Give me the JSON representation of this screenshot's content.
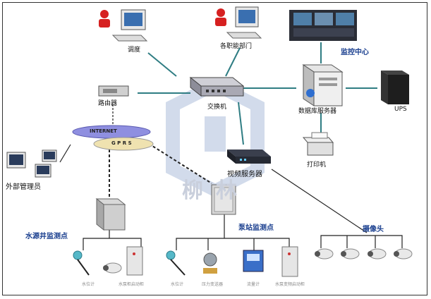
{
  "labels": {
    "dispatch": "调度",
    "departments": "各职能部门",
    "monitor_center": "监控中心",
    "router": "路由器",
    "switch": "交换机",
    "db_server": "数据库服务器",
    "ups": "UPS",
    "internet": "INTERNET",
    "gprs": "G P R S",
    "printer": "打印机",
    "video_server": "视频服务器",
    "ext_admin": "外部管理员",
    "well_point": "水源井监测点",
    "pump_point": "泵站监测点",
    "camera": "摄像头",
    "watermark": "柳林"
  },
  "well_devices": [
    "水位计",
    "水泵柜启动柜"
  ],
  "pump_devices": [
    "水位计",
    "压力变送器",
    "流量计",
    "水泵变频启动柜"
  ],
  "colors": {
    "blue_label": "#1a3f8f",
    "link_line": "#2f7d83",
    "internet_cloud": "#8f8fe0",
    "gprs_cloud": "#efe2b0"
  }
}
